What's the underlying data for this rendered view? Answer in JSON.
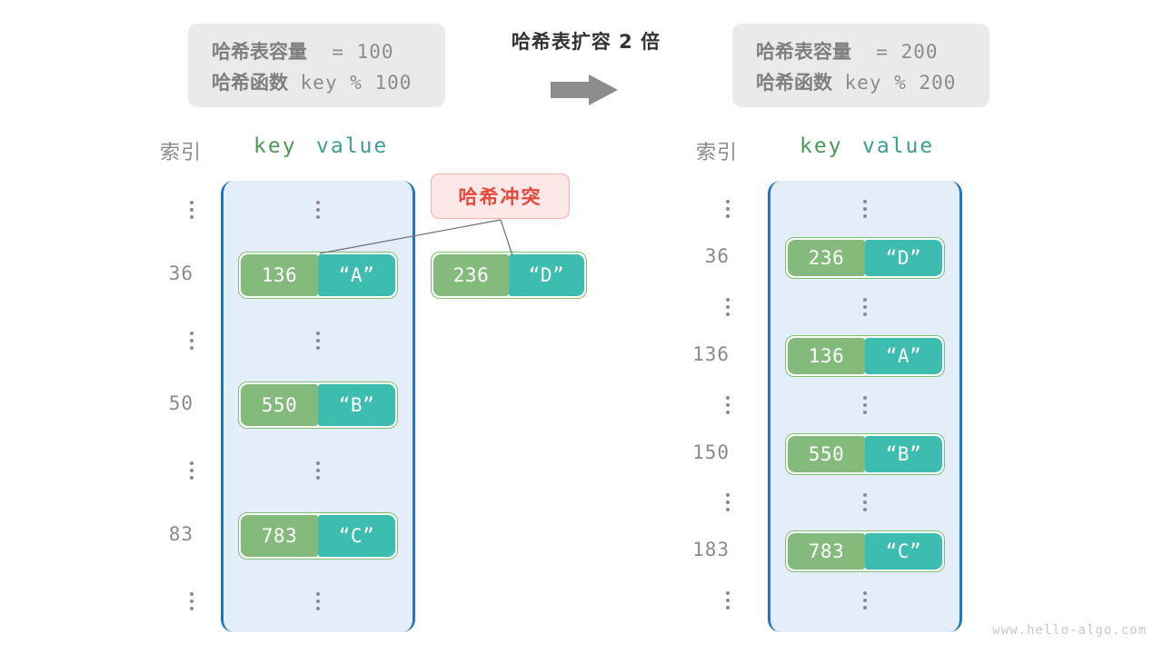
{
  "before": {
    "capacity_label": "哈希表容量",
    "capacity_value": "= 100",
    "function_label": "哈希函数",
    "function_value": "key % 100",
    "header_index": "索引",
    "header_key": "key",
    "header_value": "value",
    "rows": [
      {
        "type": "ellipsis",
        "index": "⋮"
      },
      {
        "type": "entry",
        "index": "36",
        "key": "136",
        "value": "“A”"
      },
      {
        "type": "ellipsis",
        "index": "⋮"
      },
      {
        "type": "entry",
        "index": "50",
        "key": "550",
        "value": "“B”"
      },
      {
        "type": "ellipsis",
        "index": "⋮"
      },
      {
        "type": "entry",
        "index": "83",
        "key": "783",
        "value": "“C”"
      },
      {
        "type": "ellipsis",
        "index": "⋮"
      }
    ],
    "colliding_entry": {
      "key": "236",
      "value": "“D”"
    },
    "collision_badge": "哈希冲突"
  },
  "transition": {
    "title": "哈希表扩容 2 倍",
    "arrow_icon": "arrow-right-icon"
  },
  "after": {
    "capacity_label": "哈希表容量",
    "capacity_value": "= 200",
    "function_label": "哈希函数",
    "function_value": "key % 200",
    "header_index": "索引",
    "header_key": "key",
    "header_value": "value",
    "rows": [
      {
        "type": "ellipsis",
        "index": "⋮"
      },
      {
        "type": "entry",
        "index": "36",
        "key": "236",
        "value": "“D”"
      },
      {
        "type": "ellipsis",
        "index": "⋮"
      },
      {
        "type": "entry",
        "index": "136",
        "key": "136",
        "value": "“A”"
      },
      {
        "type": "ellipsis",
        "index": "⋮"
      },
      {
        "type": "entry",
        "index": "150",
        "key": "550",
        "value": "“B”"
      },
      {
        "type": "ellipsis",
        "index": "⋮"
      },
      {
        "type": "entry",
        "index": "183",
        "key": "783",
        "value": "“C”"
      },
      {
        "type": "ellipsis",
        "index": "⋮"
      }
    ]
  },
  "watermark": "www.hello-algo.com",
  "colors": {
    "key_cell": "#84bb7d",
    "value_cell": "#3dbdb0",
    "pair_border": "#7fbf6e",
    "bucket_fill": "#e4eefa",
    "bucket_border": "#1f77c4",
    "badge_fill": "#fce8e6",
    "badge_border": "#f2b2aa",
    "badge_text": "#e8473d",
    "info_box_fill": "#eaeaea",
    "index_text": "#8a8a8a"
  }
}
